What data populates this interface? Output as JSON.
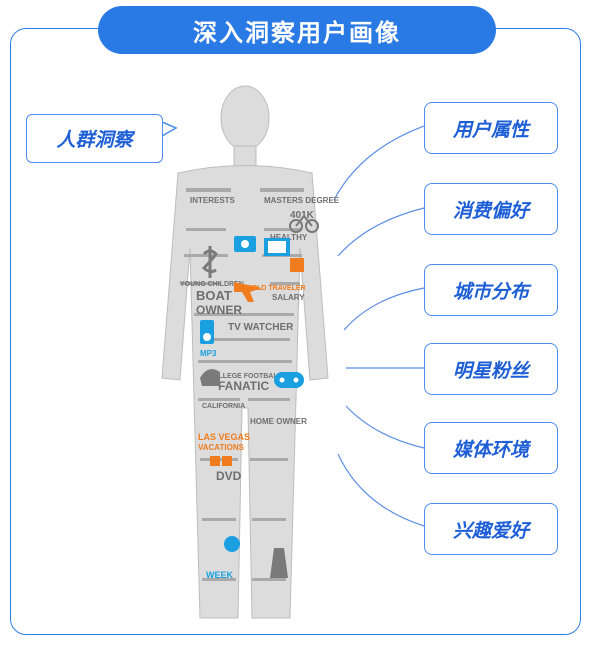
{
  "title": "深入洞察用户画像",
  "crowd_label": "人群洞察",
  "attributes": [
    "用户属性",
    "消费偏好",
    "城市分布",
    "明星粉丝",
    "媒体环境",
    "兴趣爱好"
  ],
  "figure_words": {
    "interests": "INTERESTS",
    "boat": "BOAT",
    "owner": "OWNER",
    "tv_watcher": "TV WATCHER",
    "fanatic": "FANATIC",
    "dvd": "DVD",
    "mp3": "MP3",
    "salary": "SALARY",
    "k401": "401K",
    "healthy": "HEALTHY",
    "world_traveler": "WORLD TRAVELER",
    "las_vegas": "LAS VEGAS",
    "vacations": "VACATIONS",
    "week": "WEEK",
    "college_football": "COLLEGE FOOTBALL",
    "home_owner": "HOME OWNER",
    "california": "CALIFORNIA",
    "young_children": "YOUNG CHILDREN",
    "masters_degree": "MASTERS DEGREE"
  },
  "colors": {
    "accent": "#2a7ae6",
    "text_blue": "#1f5fd6",
    "orange": "#f07c1d",
    "cyan": "#1aa0e0"
  }
}
